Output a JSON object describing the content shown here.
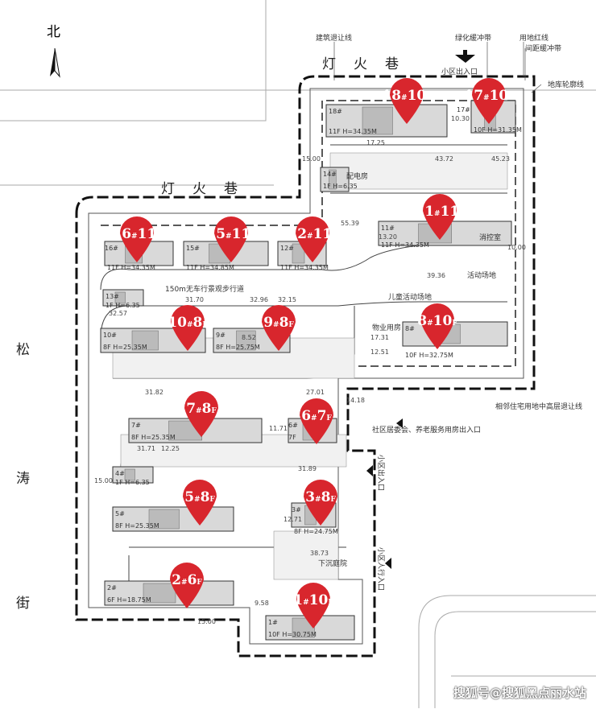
{
  "north_label": "北",
  "roads": {
    "top": "灯火巷",
    "left_top": "灯火巷",
    "left_vertical": [
      "松",
      "涛",
      "街"
    ]
  },
  "annotations": {
    "building_setback": "建筑退让线",
    "green_buffer": "绿化缓冲带",
    "red_line": "用地红线",
    "spacing_buffer": "间距缓冲带",
    "basement_outline": "地库轮廓线",
    "north_entrance": "小区出入口",
    "neighbor_setback": "相邻住宅用地中高层退让线",
    "east_entrance": "小区出入口",
    "pedestrian_entrance": "小区人行入口",
    "community_entrance": "社区居委会、养老服务用房出入口",
    "kids_area": "儿童活动场地",
    "activity_area": "活动场地",
    "walkway": "150m无车行景观步行道",
    "property_room": "物业用房",
    "power_room": "配电房",
    "sunken_court": "下沉庭院",
    "fire_control": "消控室"
  },
  "markers": [
    {
      "building": "18",
      "floors": "10"
    },
    {
      "building": "17",
      "floors": "10"
    },
    {
      "building": "16",
      "floors": "11"
    },
    {
      "building": "15",
      "floors": "11"
    },
    {
      "building": "12",
      "floors": "11"
    },
    {
      "building": "11",
      "floors": "11"
    },
    {
      "building": "10",
      "floors": "8"
    },
    {
      "building": "9",
      "floors": "8"
    },
    {
      "building": "8",
      "floors": "10"
    },
    {
      "building": "7",
      "floors": "8"
    },
    {
      "building": "6",
      "floors": "7"
    },
    {
      "building": "5",
      "floors": "8"
    },
    {
      "building": "3",
      "floors": "8"
    },
    {
      "building": "2",
      "floors": "6"
    },
    {
      "building": "1",
      "floors": "10"
    }
  ],
  "buildings": [
    {
      "label": "18#",
      "info": "11F H=34.35M"
    },
    {
      "label": "17#",
      "info": "10F H=31.35M"
    },
    {
      "label": "16#",
      "info": "11F H=34.35M"
    },
    {
      "label": "15#",
      "info": "11F H=34.85M"
    },
    {
      "label": "12#",
      "info": "11F H=34.35M"
    },
    {
      "label": "11#",
      "info": "11F H=34.35M"
    },
    {
      "label": "10#",
      "info": "8F H=25.35M"
    },
    {
      "label": "9#",
      "info": "8F H=25.75M"
    },
    {
      "label": "8#",
      "info": "10F H=32.75M"
    },
    {
      "label": "7#",
      "info": "8F H=25.35M"
    },
    {
      "label": "6#",
      "info": "7F"
    },
    {
      "label": "5#",
      "info": "8F H=25.35M"
    },
    {
      "label": "3#",
      "info": "8F H=24.75M"
    },
    {
      "label": "2#",
      "info": "6F H=18.75M"
    },
    {
      "label": "1#",
      "info": "10F H=30.75M"
    },
    {
      "label": "14#",
      "info": "1F H=6.35"
    },
    {
      "label": "13#",
      "info": "1F H=6.35"
    },
    {
      "label": "4#",
      "info": "1F H=6.35"
    }
  ],
  "dimensions": [
    "15.00",
    "43.72",
    "45.23",
    "55.39",
    "13.20",
    "39.36",
    "10.00",
    "32.57",
    "31.70",
    "32.96",
    "32.15",
    "8.52",
    "17.31",
    "12.51",
    "31.82",
    "27.01",
    "14.18",
    "11.71",
    "12.25",
    "31.71",
    "31.89",
    "12.71",
    "38.73",
    "9.58",
    "10.30",
    "17.25",
    "15.00",
    "15.00"
  ],
  "watermark": "搜狐号@搜狐黑点丽水站",
  "colors": {
    "marker": "#d8262d",
    "building": "#d9d9d9",
    "line": "#222222"
  }
}
